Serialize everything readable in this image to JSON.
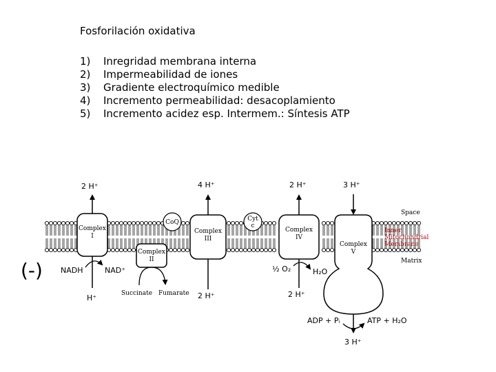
{
  "title": "Fosforilación oxidativa",
  "items": [
    {
      "num": "1)",
      "text": "Inregridad membrana interna"
    },
    {
      "num": "2)",
      "text": "Impermeabilidad de iones"
    },
    {
      "num": "3)",
      "text": "Gradiente electroquímico medible"
    },
    {
      "num": "4)",
      "text": "Incremento permeabilidad: desacoplamiento"
    },
    {
      "num": "5)",
      "text": "Incremento acidez esp. Intermem.: Síntesis ATP"
    }
  ],
  "left_marker": "(-)",
  "diagram": {
    "top_protons": [
      "2 H⁺",
      "4 H⁺",
      "2 H⁺",
      "3 H⁺"
    ],
    "complex_1": [
      "Complex",
      "I"
    ],
    "complex_2": [
      "Complex",
      "II"
    ],
    "complex_3": [
      "Complex",
      "III"
    ],
    "complex_4": [
      "Complex",
      "IV"
    ],
    "complex_5": [
      "Complex",
      "V"
    ],
    "coq": "CoQ",
    "cytc": [
      "Cyt",
      "c"
    ],
    "space": "Space",
    "membrane": [
      "Inner",
      "Mitochondrial",
      "Membrane"
    ],
    "matrix": "Matrix",
    "nadh": "NADH",
    "nad": "NAD⁺",
    "bottom_h_left": "H⁺",
    "succinate": "Succinate",
    "fumarate": "Fumarate",
    "bottom_h_mid": "2 H⁺",
    "o2": "½ O₂",
    "h2o": "H₂O",
    "bottom_h_right": "2 H⁺",
    "adp": "ADP + Pᵢ",
    "atp": "ATP + H₂O",
    "bottom_h_atp": "3 H⁺"
  }
}
